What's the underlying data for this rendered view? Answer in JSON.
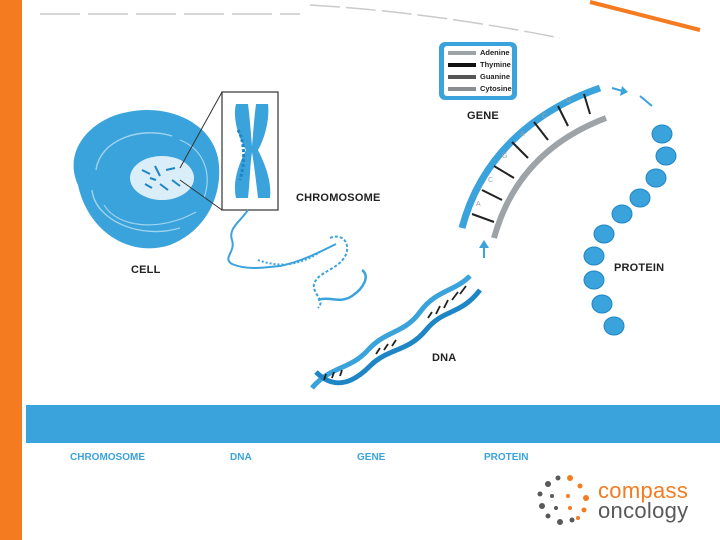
{
  "labels": {
    "cell": "CELL",
    "chromosome": "CHROMOSOME",
    "dna": "DNA",
    "gene": "GENE",
    "protein": "PROTEIN"
  },
  "legend": [
    {
      "name": "Adenine",
      "color": "#9ea3a8"
    },
    {
      "name": "Thymine",
      "color": "#111111"
    },
    {
      "name": "Guanine",
      "color": "#555555"
    },
    {
      "name": "Cytosine",
      "color": "#8a8d91"
    }
  ],
  "strip": {
    "labels": [
      "CHROMOSOME",
      "DNA",
      "GENE",
      "PROTEIN"
    ]
  },
  "logo": {
    "line1": "compass",
    "line2": "oncology"
  },
  "colors": {
    "accent": "#f47b20",
    "blue": "#3aa3dc",
    "dark_blue": "#1f86c6"
  }
}
